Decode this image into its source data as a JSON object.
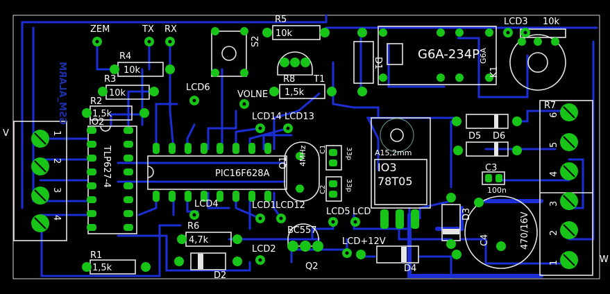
{
  "mirrored_title": "GSM_ALARM",
  "edge_labels": {
    "left": "V",
    "right": "W"
  },
  "connector_left_pins": [
    "1",
    "2",
    "3",
    "4"
  ],
  "connector_right_pins": [
    "6",
    "5",
    "4",
    "3",
    "2",
    "1"
  ],
  "labels": {
    "zem": "ZEM",
    "tx": "TX",
    "rx": "RX",
    "r4": "R4",
    "r4_val": "10k",
    "r3": "R3",
    "r3_val": "10k",
    "r2": "R2",
    "r2_val": "1,5k",
    "io2": "IO2",
    "io2_part": "TLP627-4",
    "r1": "R1",
    "r1_val": "1,5k",
    "r6": "R6",
    "r6_val": "4,7k",
    "d2": "D2",
    "lcd6": "LCD6",
    "lcd14": "LCD14",
    "lcd13": "LCD13",
    "lcd4": "LCD4",
    "lcd1": "LCD1",
    "lcd12": "LCD12",
    "lcd2": "LCD2",
    "volne": "VOLNE",
    "io1": "PIC16F628A",
    "q1": "Q1",
    "crystal": "4MHz",
    "c1_val": "33p",
    "c2_val": "33p",
    "c1": "C1",
    "c2": "C2",
    "r5": "R5",
    "r5_val": "10k",
    "s2": "S2",
    "r8": "R8",
    "r8_val": "1,5k",
    "t1": "T1",
    "d1": "D1",
    "relay": "G6A-234P",
    "relay_small": "G6A",
    "k1": "K1",
    "lcd3": "LCD3",
    "pot": "10k",
    "r7": "R7",
    "io3": "IO3",
    "io3_part": "78T05",
    "io3_hole": "A15,2mm",
    "d5": "D5",
    "d6": "D6",
    "c3": "C3",
    "c3_val": "100n",
    "d3": "D3",
    "c4": "C4",
    "c4_val": "470/16V",
    "lcd5": "LCD5",
    "lcd": "LCD",
    "bc557": "BC557",
    "q2": "Q2",
    "lcd12v": "LCD+12V",
    "d4": "D4"
  },
  "colors": {
    "background": "#000000",
    "track": "#1c2fd6",
    "pad": "#17c417",
    "silk": "#e6e6e6",
    "text": "#ffffff"
  }
}
